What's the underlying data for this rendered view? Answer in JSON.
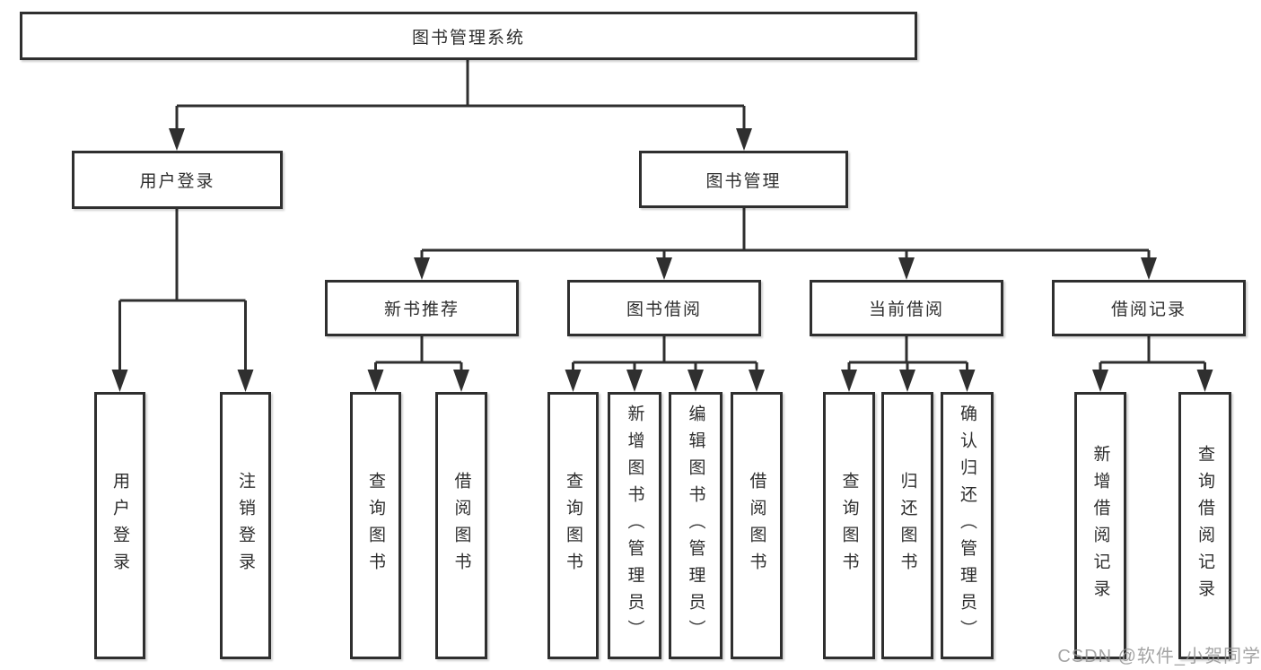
{
  "diagram_type": "functional-structure-tree",
  "colors": {
    "line": "#2f2f2f",
    "box_border": "#2f2f2f",
    "box_background": "#ffffff",
    "text": "#2e2e2e",
    "watermark": "#949494",
    "canvas_background": "#ffffff"
  },
  "tree": {
    "label": "图书管理系统",
    "children": [
      {
        "label": "用户登录",
        "children": [
          {
            "label": "用户登录"
          },
          {
            "label": "注销登录"
          }
        ]
      },
      {
        "label": "图书管理",
        "children": [
          {
            "label": "新书推荐",
            "children": [
              {
                "label": "查询图书"
              },
              {
                "label": "借阅图书"
              }
            ]
          },
          {
            "label": "图书借阅",
            "children": [
              {
                "label": "查询图书"
              },
              {
                "label": "新增图书（管理员）"
              },
              {
                "label": "编辑图书（管理员）"
              },
              {
                "label": "借阅图书"
              }
            ]
          },
          {
            "label": "当前借阅",
            "children": [
              {
                "label": "查询图书"
              },
              {
                "label": "归还图书"
              },
              {
                "label": "确认归还（管理员）"
              }
            ]
          },
          {
            "label": "借阅记录",
            "children": [
              {
                "label": "新增借阅记录"
              },
              {
                "label": "查询借阅记录"
              }
            ]
          }
        ]
      }
    ]
  },
  "watermark": {
    "text": "CSDN @软件_小贺同学"
  }
}
